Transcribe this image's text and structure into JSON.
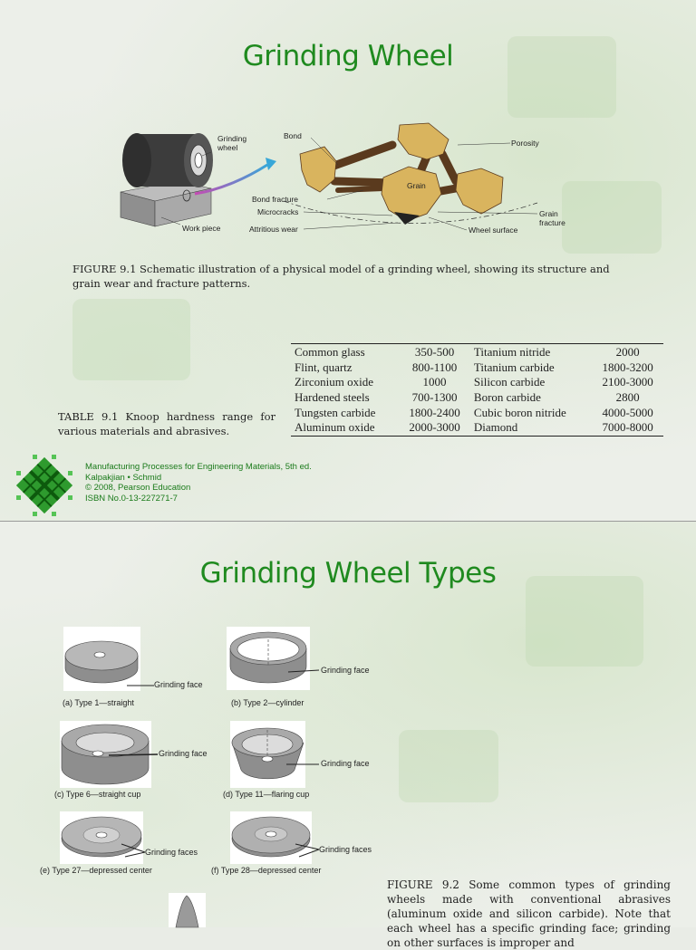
{
  "slide1": {
    "title": "Grinding Wheel",
    "figure_labels": {
      "grinding_wheel": "Grinding\nwheel",
      "work_piece": "Work piece",
      "bond": "Bond",
      "porosity": "Porosity",
      "grain": "Grain",
      "bond_fracture": "Bond fracture",
      "microcracks": "Microcracks",
      "attritious_wear": "Attritious wear",
      "wheel_surface": "Wheel surface",
      "grain_fracture": "Grain\nfracture"
    },
    "figure_caption": "FIGURE 9.1  Schematic illustration of a physical model of a grinding wheel, showing its structure and grain wear and fracture patterns.",
    "table_caption": "TABLE 9.1   Knoop hardness range for various materials and abrasives.",
    "table_rows": [
      [
        "Common glass",
        "350-500",
        "Titanium nitride",
        "2000"
      ],
      [
        "Flint, quartz",
        "800-1100",
        "Titanium carbide",
        "1800-3200"
      ],
      [
        "Zirconium oxide",
        "1000",
        "Silicon carbide",
        "2100-3000"
      ],
      [
        "Hardened steels",
        "700-1300",
        "Boron carbide",
        "2800"
      ],
      [
        "Tungsten carbide",
        "1800-2400",
        "Cubic boron nitride",
        "4000-5000"
      ],
      [
        "Aluminum oxide",
        "2000-3000",
        "Diamond",
        "7000-8000"
      ]
    ],
    "footer": {
      "line1": "Manufacturing Processes for Engineering Materials, 5th ed.",
      "line2": "Kalpakjian • Schmid",
      "line3": "© 2008, Pearson Education",
      "line4": "ISBN No.0-13-227271-7"
    }
  },
  "slide2": {
    "title": "Grinding Wheel Types",
    "wheels": {
      "a": {
        "caption": "(a) Type 1—straight",
        "face": "Grinding face"
      },
      "b": {
        "caption": "(b) Type 2—cylinder",
        "face": "Grinding face"
      },
      "c": {
        "caption": "(c) Type 6—straight cup",
        "face": "Grinding face"
      },
      "d": {
        "caption": "(d) Type 11—flaring cup",
        "face": "Grinding face"
      },
      "e": {
        "caption": "(e) Type 27—depressed center",
        "face": "Grinding faces"
      },
      "f": {
        "caption": "(f) Type 28—depressed center",
        "face": "Grinding faces"
      }
    },
    "figure_caption": "FIGURE 9.2  Some common types of grinding wheels made with conventional abrasives (aluminum oxide and silicon carbide). Note that each wheel has a specific grinding face; grinding on other surfaces is improper and"
  },
  "colors": {
    "title_green": "#1f8a1f",
    "grain_tan": "#d9b45e",
    "bond_brown": "#5a3a1e"
  }
}
